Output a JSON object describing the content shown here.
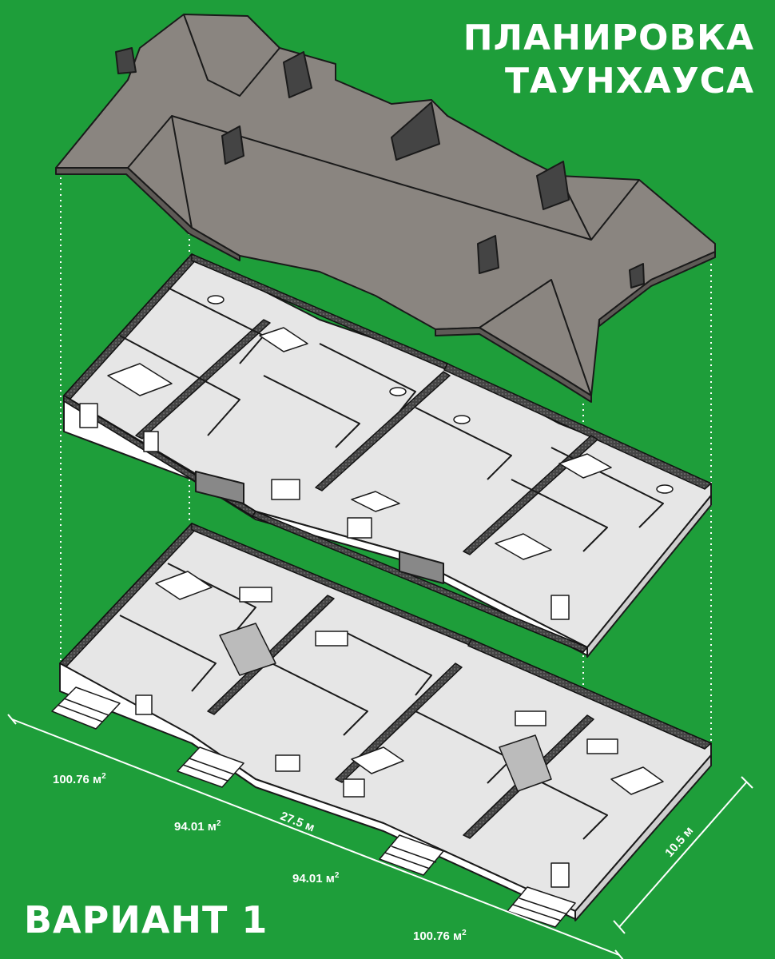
{
  "header": {
    "title_line1": "ПЛАНИРОВКА",
    "title_line2": "ТАУНХАУСА"
  },
  "variant_label": "ВАРИАНТ 1",
  "dimensions": {
    "unit_areas": [
      {
        "value": "100.76 м",
        "sup": "2"
      },
      {
        "value": "94.01 м",
        "sup": "2"
      },
      {
        "value": "94.01 м",
        "sup": "2"
      },
      {
        "value": "100.76 м",
        "sup": "2"
      }
    ],
    "length": "27.5 м",
    "width": "10.5 м"
  },
  "colors": {
    "background": "#1e9e3a",
    "roof": "#8a8580",
    "walls": "#1a1a1a",
    "floor": "#dcdcdc",
    "text": "#ffffff"
  }
}
